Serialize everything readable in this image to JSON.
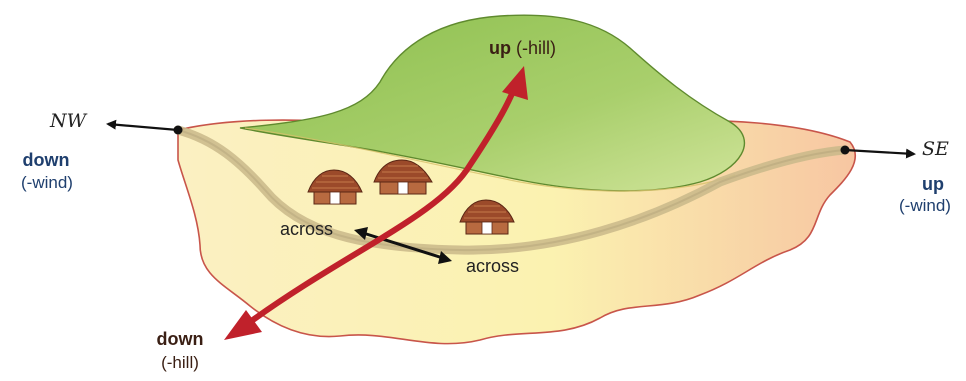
{
  "colors": {
    "ground_light": "#fbf2b0",
    "ground_peach": "#f7c9a0",
    "ground_edge": "#c8554a",
    "hill_green": "#8cbf4e",
    "hill_light": "#c6df8e",
    "hill_edge": "#5f8a2e",
    "path": "#c9b98a",
    "red_arrow": "#c0212b",
    "blue_text": "#1f3f6e",
    "brown_text": "#3a1f14",
    "hut_roof": "#9b4a2a"
  },
  "directions": {
    "nw": "NW",
    "se": "SE"
  },
  "labels": {
    "down_wind_main": "down",
    "down_wind_sub": "(-wind)",
    "up_wind_main": "up",
    "up_wind_sub": "(-wind)",
    "up_hill_main": "up",
    "up_hill_sub": "(-hill)",
    "down_hill_main": "down",
    "down_hill_sub": "(-hill)",
    "across_left": "across",
    "across_right": "across"
  },
  "icons": {
    "hut": "hut-icon",
    "arrow": "arrow-icon"
  }
}
